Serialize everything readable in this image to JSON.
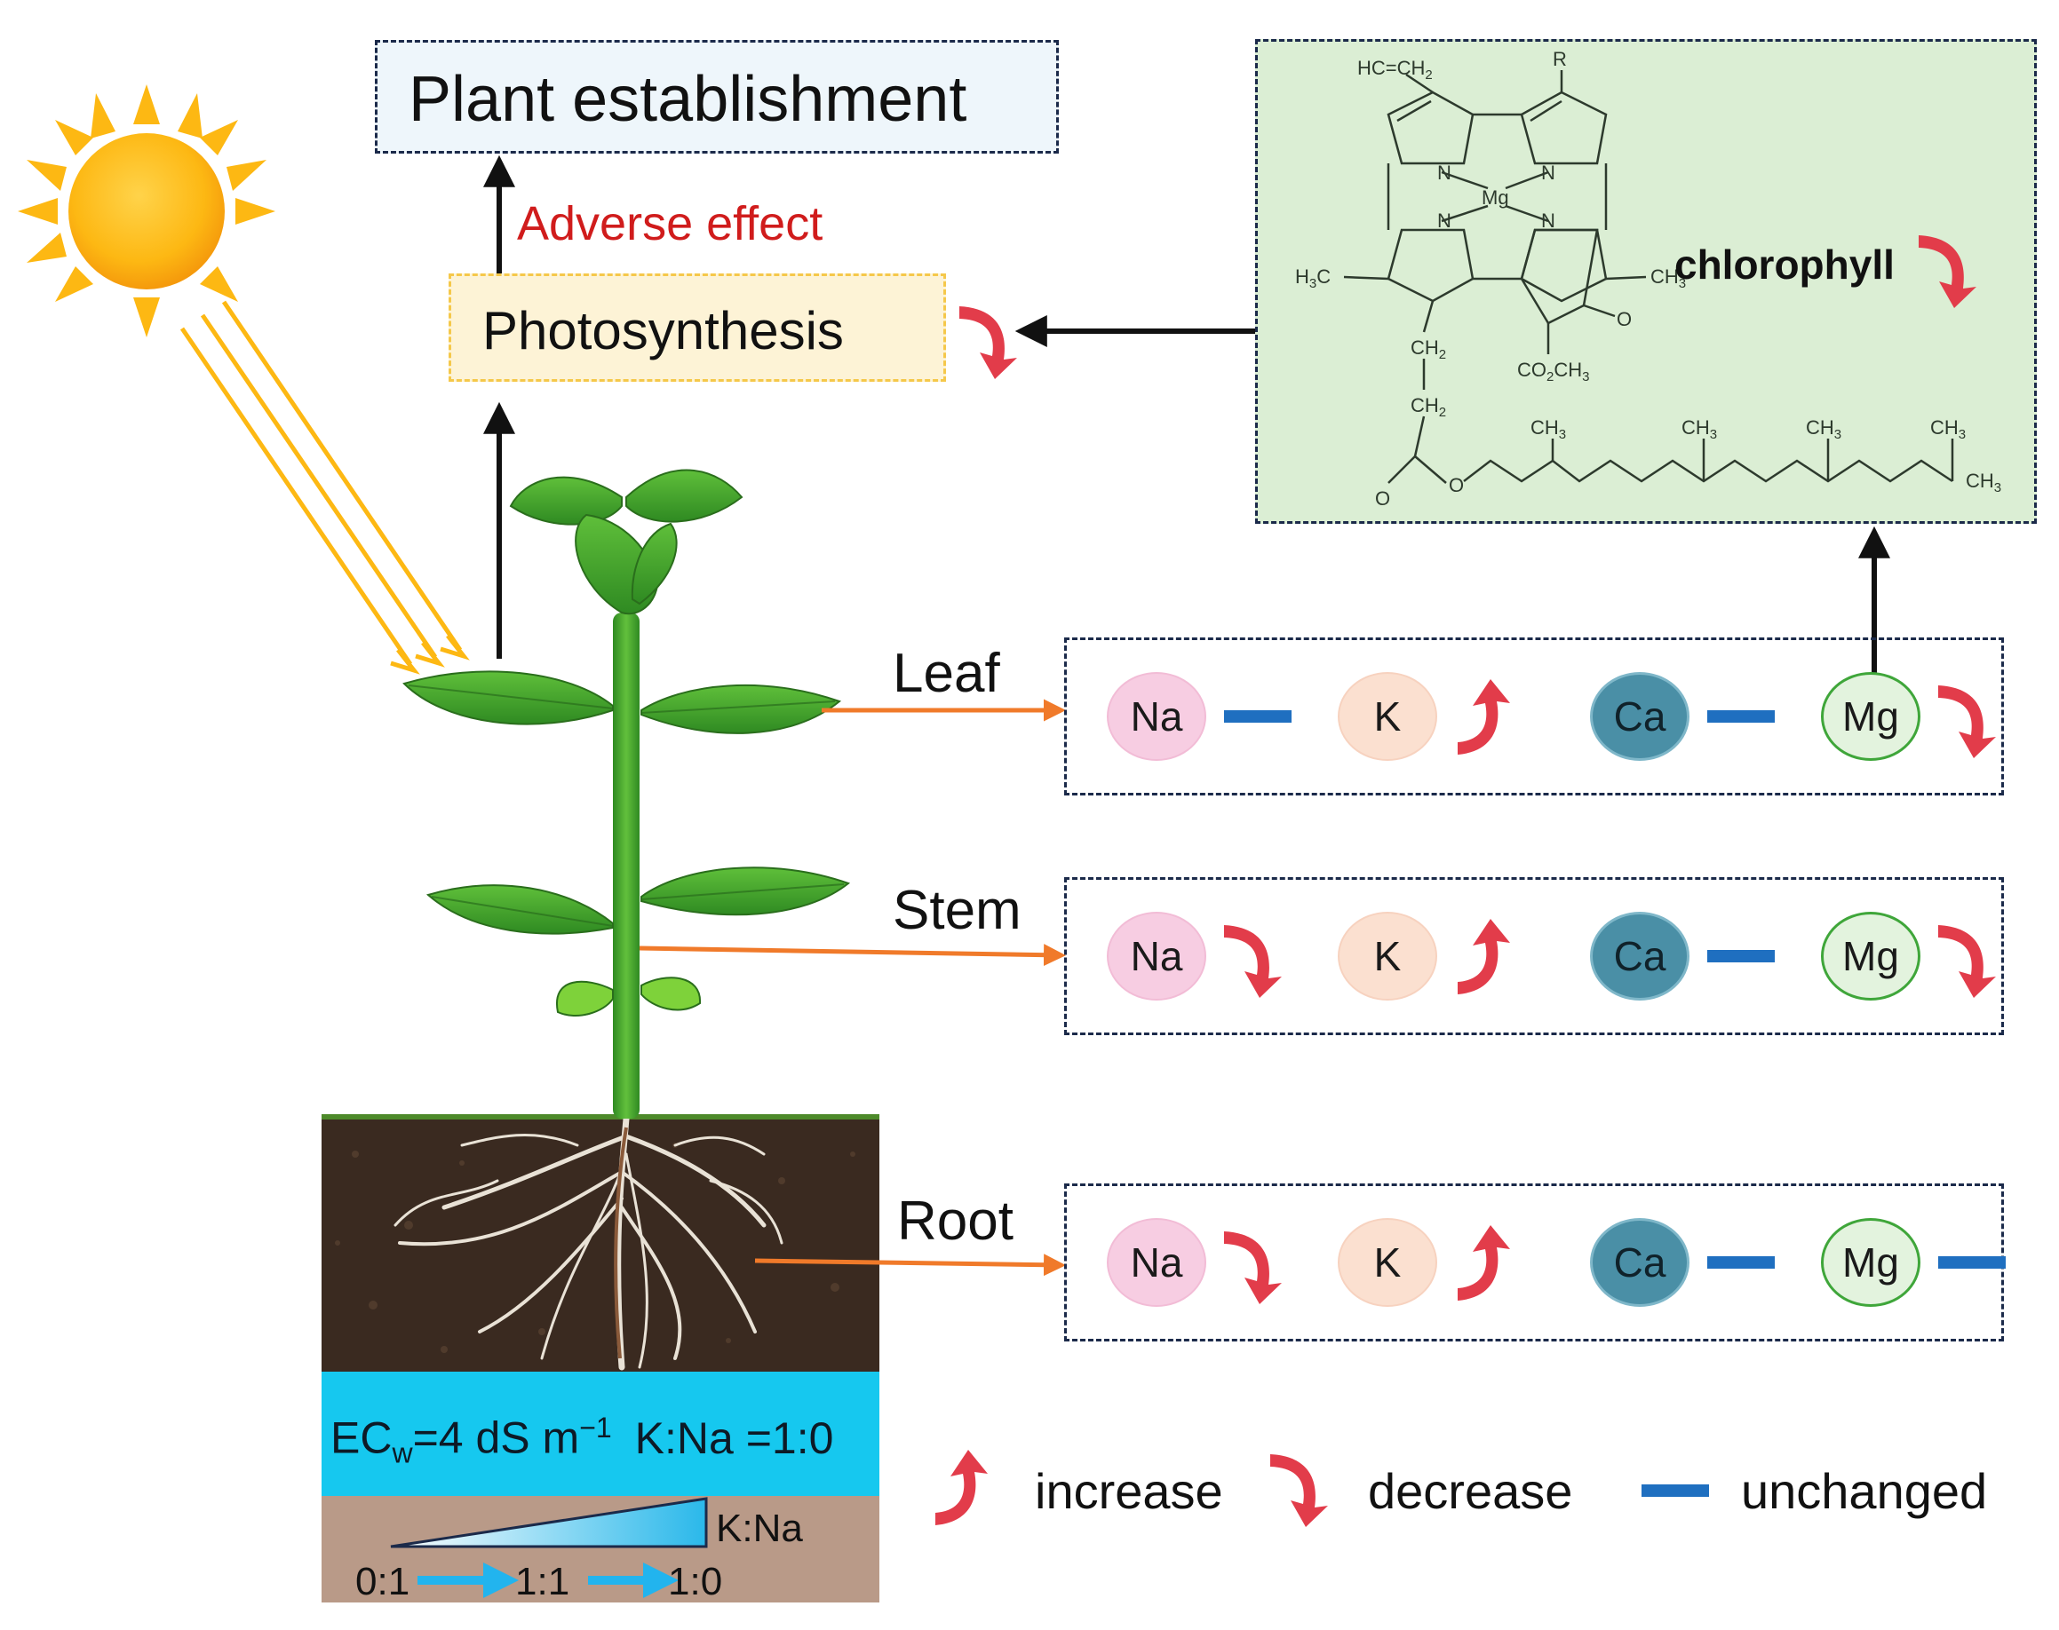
{
  "labels": {
    "plant_establishment": "Plant establishment",
    "adverse_effect": "Adverse effect",
    "photosynthesis": "Photosynthesis",
    "chlorophyll": "chlorophyll",
    "leaf": "Leaf",
    "stem": "Stem",
    "root": "Root",
    "ecw_prefix": "EC",
    "ecw_sub": "w",
    "ecw_value": "=4 dS m",
    "ecw_exp": "−1",
    "ecw_ratio": "K:Na =1:0",
    "ratio_label": "K:Na",
    "ratio_steps": [
      "0:1",
      "1:1",
      "1:0"
    ]
  },
  "ions": [
    "Na",
    "K",
    "Ca",
    "Mg"
  ],
  "organs": [
    {
      "name": "Leaf",
      "trends": [
        "unchanged",
        "increase",
        "unchanged",
        "decrease"
      ]
    },
    {
      "name": "Stem",
      "trends": [
        "decrease",
        "increase",
        "unchanged",
        "decrease"
      ]
    },
    {
      "name": "Root",
      "trends": [
        "decrease",
        "increase",
        "unchanged",
        "unchanged"
      ]
    }
  ],
  "legend": {
    "increase": "increase",
    "decrease": "decrease",
    "unchanged": "unchanged"
  },
  "molecule": {
    "atoms": {
      "vinyl": "HC=CH",
      "vinyl_sub": "2",
      "r": "R",
      "n": "N",
      "mg": "Mg",
      "h3c": "H",
      "h3c_sub": "3",
      "h3c_c": "C",
      "ch3": "CH",
      "ch3_sub": "3",
      "ch2": "CH",
      "ch2_sub": "2",
      "o": "O",
      "co2ch3_a": "CO",
      "co2ch3_sub1": "2",
      "co2ch3_b": "CH",
      "co2ch3_sub2": "3"
    }
  },
  "colors": {
    "increase_arrow": "#e23c4a",
    "decrease_arrow": "#e23c4a",
    "unchanged_bar": "#1f6fc0",
    "organ_arrow": "#f07a2a",
    "water": "#16c8ef",
    "soil_dark": "#3a2a20",
    "subsoil": "#b99a88",
    "photosynthesis_fill": "#fdf3d6",
    "establishment_fill": "#eef6fb",
    "chlorophyll_fill": "#dbeed4",
    "sun": "#fdb813",
    "adverse_text": "#d01c1c"
  }
}
